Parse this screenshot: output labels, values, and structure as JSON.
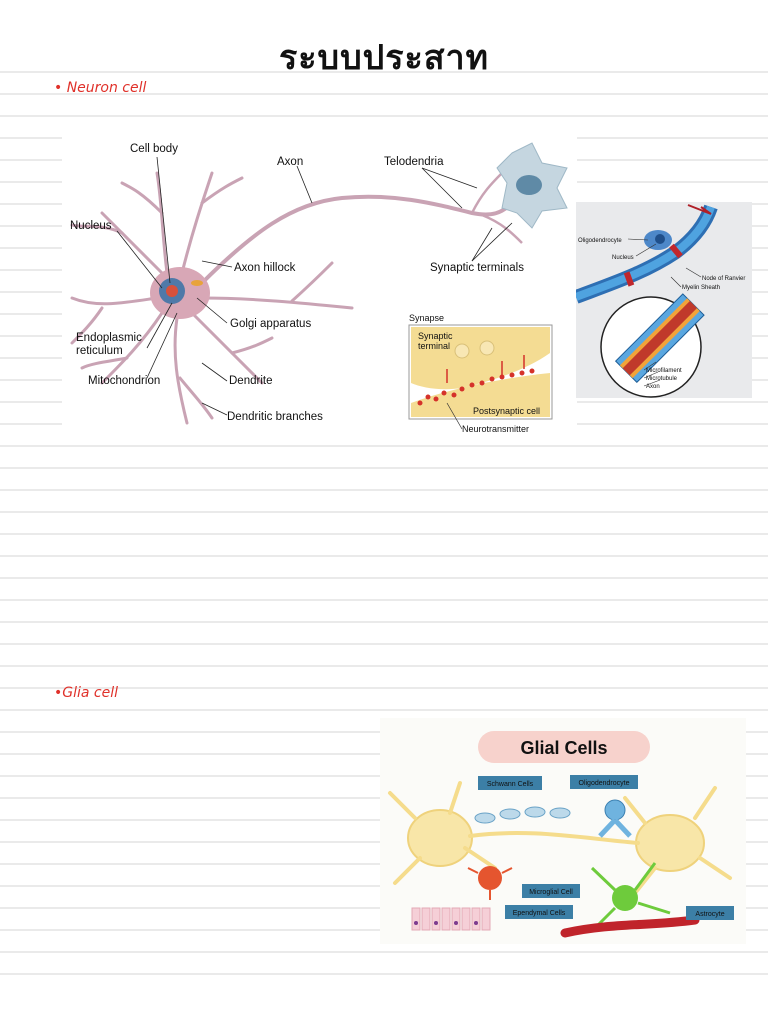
{
  "page": {
    "title": "ระบบประสาท"
  },
  "sections": [
    {
      "heading": "• Neuron cell"
    },
    {
      "heading": "•Glia cell"
    }
  ],
  "neuron_diagram": {
    "labels": {
      "cell_body": "Cell body",
      "axon": "Axon",
      "telodendria": "Telodendria",
      "nucleus": "Nucleus",
      "axon_hillock": "Axon hillock",
      "synaptic_terminals": "Synaptic terminals",
      "golgi": "Golgi apparatus",
      "er_line1": "Endoplasmic",
      "er_line2": "reticulum",
      "mitochondrion": "Mitochondrion",
      "dendrite": "Dendrite",
      "dendritic_branches": "Dendritic branches"
    },
    "synapse_inset": {
      "title": "Synapse",
      "terminal_line1": "Synaptic",
      "terminal_line2": "terminal",
      "postsynaptic": "Postsynaptic cell",
      "neurotransmitter": "Neurotransmitter"
    }
  },
  "myelin_diagram": {
    "labels": {
      "oligodendrocyte": "Oligodendrocyte",
      "nucleus": "Nucleus",
      "node_of_ranvier": "Node of Ranvier",
      "myelin_sheath": "Myelin Sheath",
      "microfilament": "Microfilament",
      "microtubule": "Microtubule",
      "axon": "Axon"
    }
  },
  "glial_diagram": {
    "title": "Glial Cells",
    "labels": {
      "schwann": "Schwann Cells",
      "oligodendrocyte": "Oligodendrocyte",
      "microglial": "Microglial Cell",
      "ependymal": "Ependymal Cells",
      "astrocyte": "Astrocyte"
    }
  },
  "colors": {
    "bullet": "#e0312a",
    "rule": "#d4d4d4",
    "title_pill": "#f7d2cc",
    "glial_tag": "#3c7fa6"
  }
}
